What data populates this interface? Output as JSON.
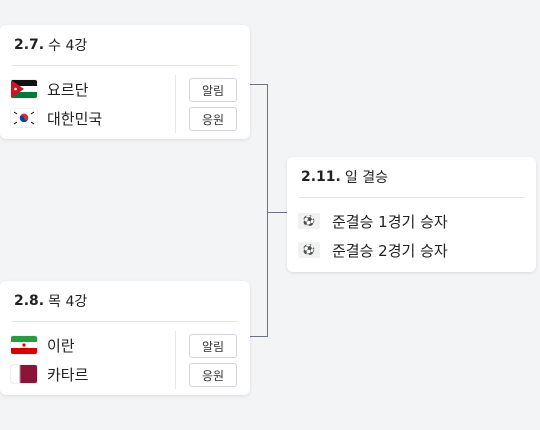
{
  "matches": [
    {
      "date": "2.7.",
      "round": "수 4강",
      "teams": [
        {
          "name": "요르단",
          "flag": "jordan-flag-icon"
        },
        {
          "name": "대한민국",
          "flag": "south-korea-flag-icon"
        }
      ],
      "alert_label": "알림",
      "cheer_label": "응원"
    },
    {
      "date": "2.8.",
      "round": "목 4강",
      "teams": [
        {
          "name": "이란",
          "flag": "iran-flag-icon"
        },
        {
          "name": "카타르",
          "flag": "qatar-flag-icon"
        }
      ],
      "alert_label": "알림",
      "cheer_label": "응원"
    }
  ],
  "final": {
    "date": "2.11.",
    "round": "일 결승",
    "teams": [
      {
        "name": "준결승 1경기 승자",
        "icon": "soccer-ball-icon"
      },
      {
        "name": "준결승 2경기 승자",
        "icon": "soccer-ball-icon"
      }
    ]
  },
  "colors": {
    "background": "#f3f4f6",
    "card": "#ffffff",
    "bracket_line": "#6b7280",
    "divider": "#e5e7eb"
  }
}
